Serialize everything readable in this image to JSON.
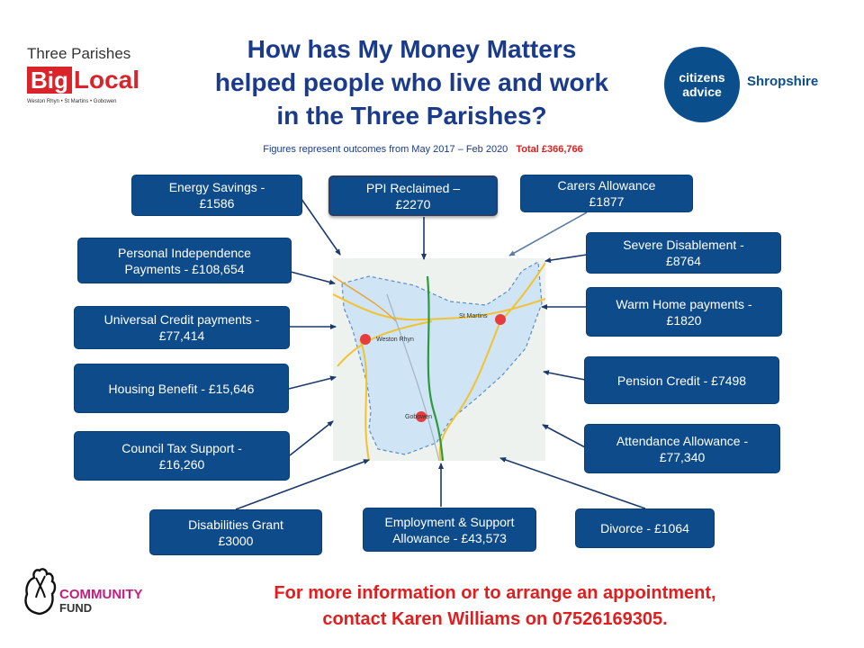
{
  "logos": {
    "big_local": {
      "top": "Three Parishes",
      "big": "Big",
      "local": "Local",
      "sub": "Weston Rhyn  •  St Martins  •  Gobowen"
    },
    "citizens_advice": {
      "line1": "citizens",
      "line2": "advice",
      "region": "Shropshire"
    },
    "community_fund": {
      "line1": "COMMUNITY",
      "line2": "FUND"
    }
  },
  "header": {
    "title_lines": [
      "How has My Money Matters",
      "helped people who live and work",
      "in the Three Parishes?"
    ],
    "subtitle": "Figures represent outcomes from May 2017 – Feb 2020",
    "total": "Total £366,766"
  },
  "map": {
    "labels": {
      "weston_rhyn": "Weston Rhyn",
      "st_martins": "St Martins",
      "gobowen": "Gobowen"
    }
  },
  "outcomes": [
    {
      "id": "energy",
      "lines": [
        "Energy Savings -",
        "£1586"
      ]
    },
    {
      "id": "ppi",
      "lines": [
        "PPI Reclaimed –",
        "£2270"
      ]
    },
    {
      "id": "carers",
      "lines": [
        "Carers Allowance",
        "£1877"
      ]
    },
    {
      "id": "pip",
      "lines": [
        "Personal Independence",
        "Payments - £108,654"
      ]
    },
    {
      "id": "severe",
      "lines": [
        "Severe Disablement -",
        "£8764"
      ]
    },
    {
      "id": "universal",
      "lines": [
        "Universal Credit payments -",
        "£77,414"
      ]
    },
    {
      "id": "warm",
      "lines": [
        "Warm Home payments -",
        "£1820"
      ]
    },
    {
      "id": "housing",
      "lines": [
        "Housing Benefit - £15,646"
      ]
    },
    {
      "id": "pension",
      "lines": [
        "Pension Credit - £7498"
      ]
    },
    {
      "id": "council",
      "lines": [
        "Council Tax Support -",
        "£16,260"
      ]
    },
    {
      "id": "attendance",
      "lines": [
        "Attendance Allowance -",
        "£77,340"
      ]
    },
    {
      "id": "disabilities",
      "lines": [
        "Disabilities Grant",
        "£3000"
      ]
    },
    {
      "id": "esa",
      "lines": [
        "Employment & Support",
        "Allowance - £43,573"
      ]
    },
    {
      "id": "divorce",
      "lines": [
        "Divorce  - £1064"
      ]
    }
  ],
  "footer": {
    "contact_lines": [
      "For more information or to arrange an appointment,",
      "contact Karen Williams on 07526169305."
    ]
  },
  "colors": {
    "title": "#1a3a8c",
    "box": "#0e4b8a",
    "accent_red": "#e11d1d",
    "ca_blue": "#0b4e8c"
  }
}
